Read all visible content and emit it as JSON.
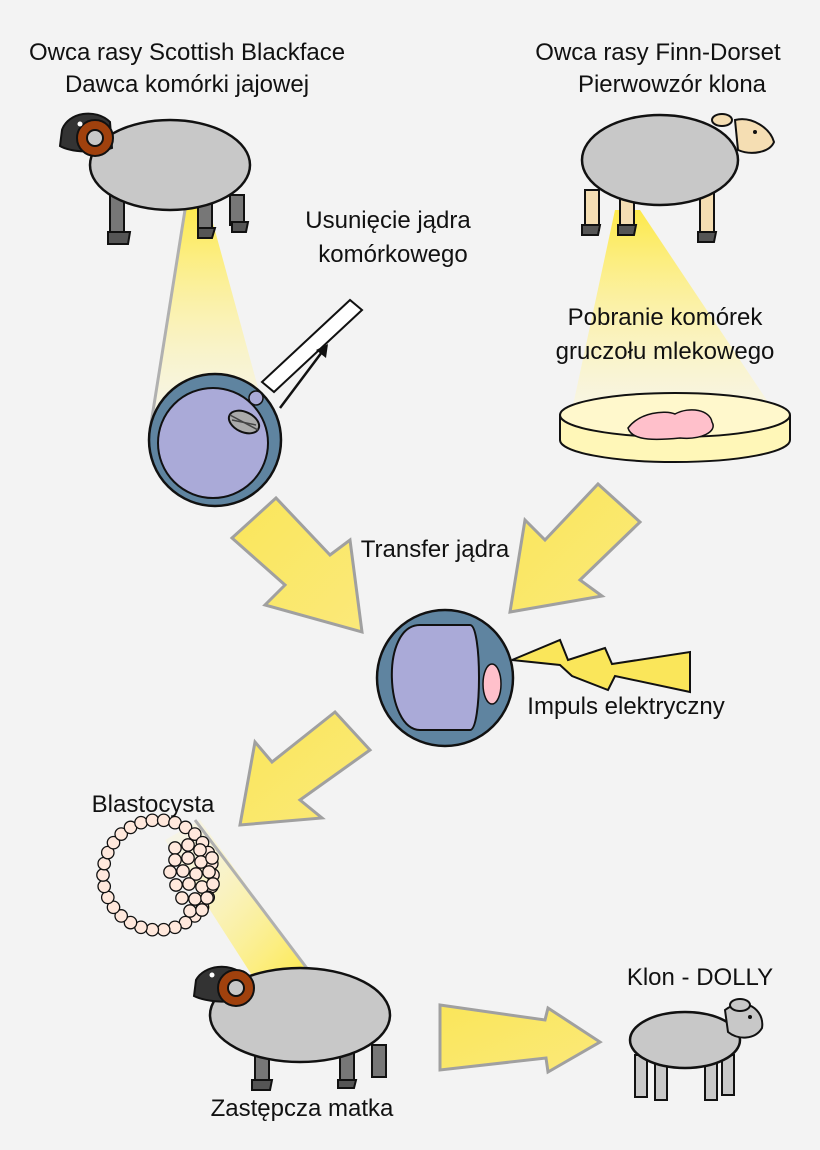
{
  "labels": {
    "donor_breed": "Owca rasy Scottish Blackface",
    "donor_role": "Dawca komórki jajowej",
    "source_breed": "Owca rasy Finn-Dorset",
    "source_role": "Pierwowzór klona",
    "enucleation_line1": "Usunięcie jądra",
    "enucleation_line2": "komórkowego",
    "harvest_line1": "Pobranie komórek",
    "harvest_line2": "gruczołu mlekowego",
    "transfer": "Transfer jądra",
    "impulse": "Impuls elektryczny",
    "blastocyst": "Blastocysta",
    "surrogate": "Zastępcza matka",
    "clone": "Klon - DOLLY"
  },
  "colors": {
    "background": "#f3f3f3",
    "sheep_body": "#c8c8c8",
    "blackface_head": "#333333",
    "horn": "#a0410d",
    "finn_face": "#f5deb3",
    "cell_membrane": "#5f84a0",
    "cytoplasm": "#aaaad8",
    "highlight_beam": "#fff26a",
    "arrow_fill": "#fae65a",
    "nucleus_pink": "#ffc0cb"
  }
}
